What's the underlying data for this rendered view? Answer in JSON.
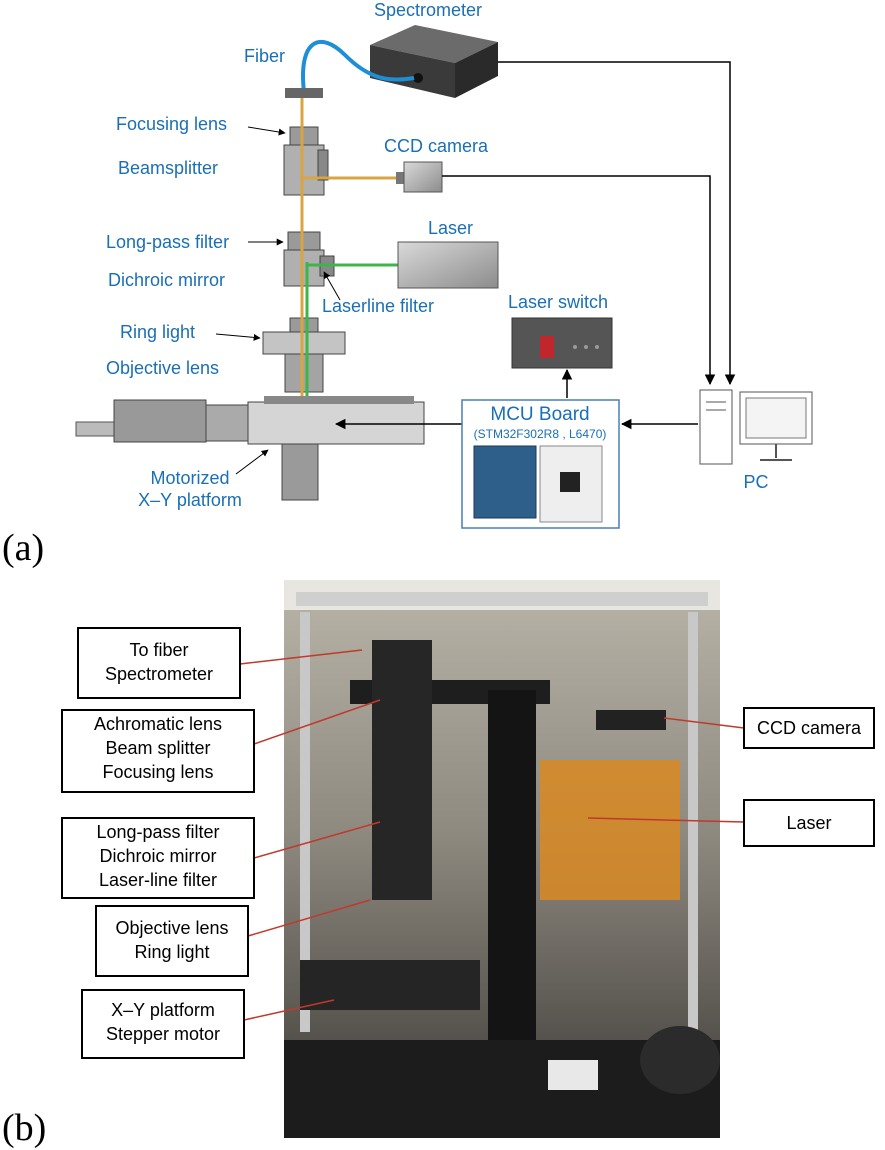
{
  "panel_a": {
    "label": "(a)",
    "components": {
      "spectrometer": "Spectrometer",
      "fiber": "Fiber",
      "focusing_lens": "Focusing lens",
      "beamsplitter": "Beamsplitter",
      "ccd_camera": "CCD camera",
      "laser": "Laser",
      "long_pass_filter": "Long-pass filter",
      "dichroic_mirror": "Dichroic mirror",
      "laserline_filter": "Laserline filter",
      "laser_switch": "Laser switch",
      "ring_light": "Ring light",
      "objective_lens": "Objective lens",
      "mcu_board_title": "MCU Board",
      "mcu_board_sub": "(STM32F302R8 , L6470)",
      "pc": "PC",
      "platform_line1": "Motorized",
      "platform_line2": "X–Y platform"
    },
    "colors": {
      "label_blue": "#1a6fb5",
      "beam_orange": "#d9a441",
      "beam_green": "#3cb54a"
    }
  },
  "panel_b": {
    "label": "(b)",
    "callouts": [
      {
        "lines": [
          "To fiber",
          "Spectrometer"
        ]
      },
      {
        "lines": [
          "Achromatic lens",
          "Beam splitter",
          "Focusing lens"
        ]
      },
      {
        "lines": [
          "Long-pass filter",
          "Dichroic mirror",
          "Laser-line filter"
        ]
      },
      {
        "lines": [
          "Objective lens",
          "Ring light"
        ]
      },
      {
        "lines": [
          "X–Y platform",
          "Stepper motor"
        ]
      },
      {
        "lines": [
          "CCD camera"
        ]
      },
      {
        "lines": [
          "Laser"
        ]
      }
    ],
    "callout_line_color": "#c0392b"
  }
}
